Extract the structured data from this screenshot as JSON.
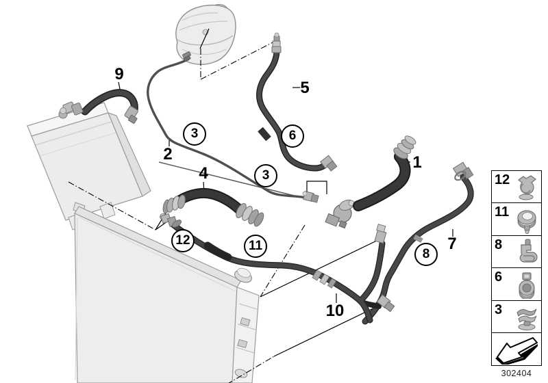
{
  "callouts": {
    "hose_1": "1",
    "hose_2": "2",
    "clip_3": "3",
    "hose_4": "4",
    "hose_5": "5",
    "clamp_6": "6",
    "hose_7": "7",
    "clip_8": "8",
    "hose_9": "9",
    "hose_10": "10",
    "clamp_11": "11",
    "clamp_12": "12"
  },
  "legend": {
    "items": [
      {
        "number": "12",
        "icon": "hose-clamp-icon"
      },
      {
        "number": "11",
        "icon": "ring-clamp-icon"
      },
      {
        "number": "8",
        "icon": "hose-holder-icon"
      },
      {
        "number": "6",
        "icon": "clamp-bracket-icon"
      },
      {
        "number": "3",
        "icon": "hose-clip-icon"
      },
      {
        "number": "",
        "icon": "direction-arrow-icon"
      }
    ]
  },
  "drawing_number": "302404",
  "colors": {
    "background": "#ffffff",
    "line": "#000000",
    "hose_dark": "#383838",
    "metal_gray": "#b5b5b5",
    "radiator_fill": "#ededed"
  }
}
